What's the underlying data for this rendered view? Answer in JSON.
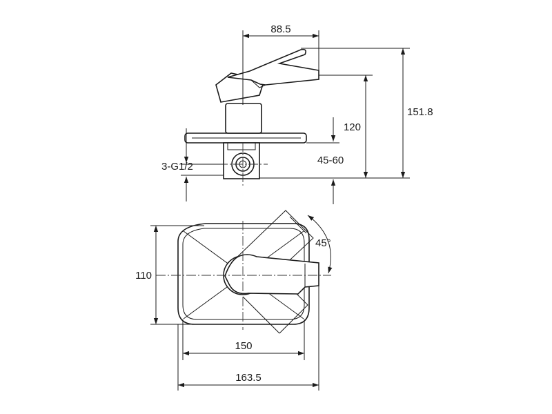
{
  "side_view": {
    "dims": {
      "width_88_5": "88.5",
      "height_151_8": "151.8",
      "height_120": "120",
      "depth_45_60": "45-60",
      "thread": "3-G1/2"
    }
  },
  "top_view": {
    "dims": {
      "height_110": "110",
      "width_150": "150",
      "width_163_5": "163.5",
      "angle": "45°"
    }
  }
}
